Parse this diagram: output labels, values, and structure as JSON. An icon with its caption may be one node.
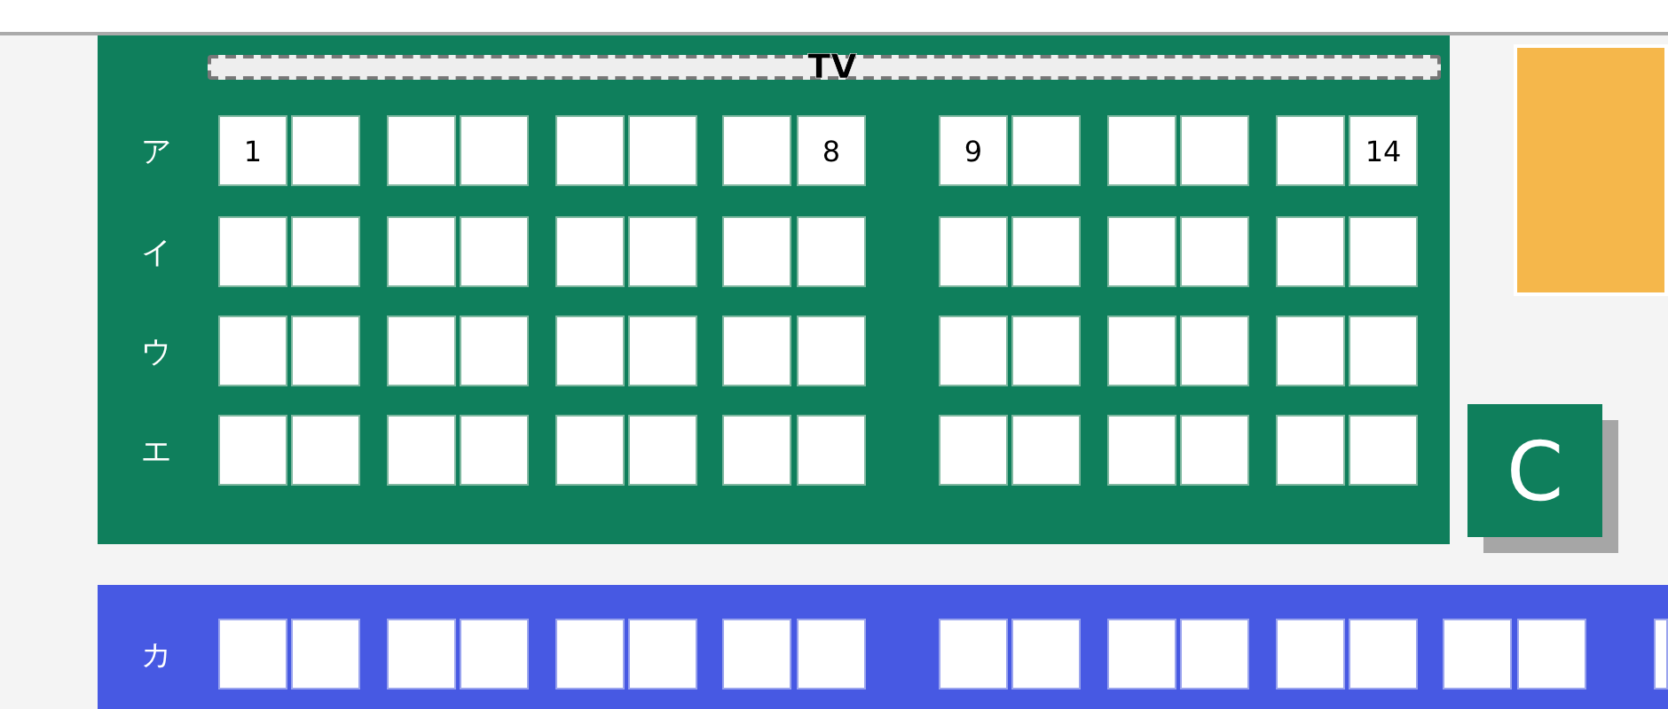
{
  "diagram": {
    "nodes": [
      {
        "text": [
          "ア",
          "イ",
          "ウ",
          "エ"
        ]
      },
      {
        "text": [
          "TV"
        ],
        "in": 0
      },
      {
        "text": [
          "1"
        ],
        "in": 0
      },
      {
        "text": [],
        "shape": "box",
        "in": 0
      },
      {
        "text": [],
        "shape": "box",
        "in": 0
      },
      {
        "text": [],
        "shape": "box",
        "in": 0
      },
      {
        "text": [],
        "shape": "box",
        "in": 0
      },
      {
        "text": [],
        "shape": "box",
        "in": 0
      },
      {
        "text": [],
        "shape": "box",
        "in": 0
      },
      {
        "text": [
          "8"
        ],
        "in": 0
      },
      {
        "text": [
          "9"
        ],
        "in": 0
      },
      {
        "text": [],
        "shape": "box",
        "in": 0
      },
      {
        "text": [],
        "shape": "box",
        "in": 0
      },
      {
        "text": [],
        "shape": "box",
        "in": 0
      },
      {
        "text": [],
        "shape": "box",
        "in": 0
      },
      {
        "text": [
          "14"
        ],
        "in": 0
      },
      {
        "text": [],
        "shape": "box",
        "in": 0
      },
      {
        "text": [],
        "shape": "box",
        "in": 0
      },
      {
        "text": [],
        "shape": "box",
        "in": 0
      },
      {
        "text": [],
        "shape": "box",
        "in": 0
      },
      {
        "text": [],
        "shape": "box",
        "in": 0
      },
      {
        "text": [],
        "shape": "box",
        "in": 0
      },
      {
        "text": [],
        "shape": "box",
        "in": 0
      },
      {
        "text": [],
        "shape": "box",
        "in": 0
      },
      {
        "text": [],
        "shape": "box",
        "in": 0
      },
      {
        "text": [],
        "shape": "box",
        "in": 0
      },
      {
        "text": [],
        "shape": "box",
        "in": 0
      },
      {
        "text": [],
        "shape": "box",
        "in": 0
      },
      {
        "text": [],
        "shape": "box",
        "in": 0
      },
      {
        "text": [],
        "shape": "box",
        "in": 0
      },
      {
        "text": [],
        "shape": "box",
        "in": 0
      },
      {
        "text": [],
        "shape": "box",
        "in": 0
      },
      {
        "text": [],
        "shape": "box",
        "in": 0
      },
      {
        "text": [],
        "shape": "box",
        "in": 0
      },
      {
        "text": [],
        "shape": "box",
        "in": 0
      },
      {
        "text": [],
        "shape": "box",
        "in": 0
      },
      {
        "text": [],
        "shape": "box",
        "in": 0
      },
      {
        "text": [],
        "shape": "box",
        "in": 0
      },
      {
        "text": [],
        "shape": "box",
        "in": 0
      },
      {
        "text": [],
        "shape": "box",
        "in": 0
      },
      {
        "text": [],
        "shape": "box",
        "in": 0
      },
      {
        "text": [],
        "shape": "box",
        "in": 0
      },
      {
        "text": [],
        "shape": "box",
        "in": 0
      },
      {
        "text": [],
        "shape": "box",
        "in": 0
      },
      {
        "text": [],
        "shape": "box",
        "in": 0
      },
      {
        "text": [],
        "shape": "box",
        "in": 0
      },
      {
        "text": [],
        "shape": "box",
        "in": 0
      },
      {
        "text": [],
        "shape": "box",
        "in": 0
      },
      {
        "text": [],
        "shape": "box",
        "in": 0
      },
      {
        "text": [],
        "shape": "box",
        "in": 0
      },
      {
        "text": [],
        "shape": "box",
        "in": 0
      },
      {
        "text": [],
        "shape": "box",
        "in": 0
      },
      {
        "text": [],
        "shape": "box",
        "in": 0
      },
      {
        "text": [],
        "shape": "box",
        "in": 0
      },
      {
        "text": [],
        "shape": "box",
        "in": 0
      },
      {
        "text": [],
        "shape": "box",
        "in": 0
      },
      {
        "text": [],
        "shape": "box",
        "in": 0
      },
      {
        "text": [],
        "shape": "box",
        "in": 0
      },
      {
        "text": [],
        "shape": "box"
      },
      {
        "text": [
          "C"
        ]
      },
      {
        "text": [
          "カ"
        ]
      },
      {
        "text": [],
        "shape": "box",
        "in": 60
      },
      {
        "text": [],
        "shape": "box",
        "in": 60
      },
      {
        "text": [],
        "shape": "box",
        "in": 60
      },
      {
        "text": [],
        "shape": "box",
        "in": 60
      },
      {
        "text": [],
        "shape": "box",
        "in": 60
      },
      {
        "text": [],
        "shape": "box",
        "in": 60
      },
      {
        "text": [],
        "shape": "box",
        "in": 60
      },
      {
        "text": [],
        "shape": "box",
        "in": 60
      },
      {
        "text": [],
        "shape": "box",
        "in": 60
      },
      {
        "text": [],
        "shape": "box",
        "in": 60
      },
      {
        "text": [],
        "shape": "box",
        "in": 60
      },
      {
        "text": [],
        "shape": "box",
        "in": 60
      },
      {
        "text": [],
        "shape": "box",
        "in": 60
      },
      {
        "text": [],
        "shape": "box",
        "in": 60
      },
      {
        "text": [],
        "shape": "box",
        "in": 60
      },
      {
        "text": [],
        "shape": "box",
        "in": 60
      },
      {
        "text": [],
        "shape": "box",
        "in": 60
      }
    ]
  }
}
